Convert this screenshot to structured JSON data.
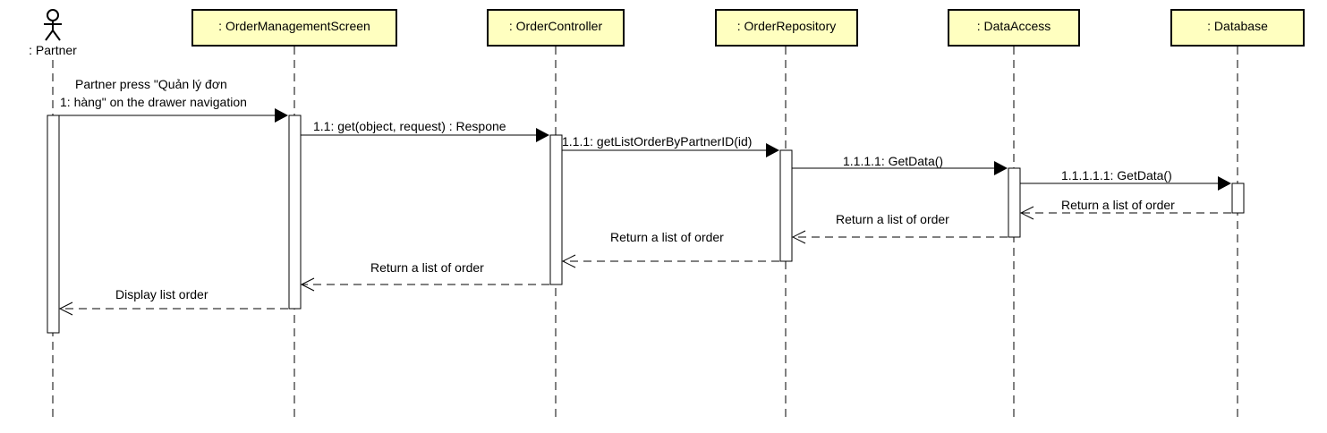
{
  "actor": {
    "label": ": Partner"
  },
  "lifelines": [
    {
      "id": "oms",
      "label": ": OrderManagementScreen"
    },
    {
      "id": "oc",
      "label": ": OrderController"
    },
    {
      "id": "or",
      "label": ": OrderRepository"
    },
    {
      "id": "da",
      "label": ": DataAccess"
    },
    {
      "id": "db",
      "label": ": Database"
    }
  ],
  "messages": [
    {
      "id": "m1",
      "type": "sync",
      "from": "actor",
      "to": "oms",
      "lines": [
        "Partner press \"Quản lý đơn",
        "1: hàng\" on the drawer navigation"
      ]
    },
    {
      "id": "m2",
      "type": "sync",
      "from": "oms",
      "to": "oc",
      "lines": [
        "1.1: get(object, request) : Respone"
      ]
    },
    {
      "id": "m3",
      "type": "sync",
      "from": "oc",
      "to": "or",
      "lines": [
        "1.1.1: getListOrderByPartnerID(id)"
      ]
    },
    {
      "id": "m4",
      "type": "sync",
      "from": "or",
      "to": "da",
      "lines": [
        "1.1.1.1: GetData()"
      ]
    },
    {
      "id": "m5",
      "type": "sync",
      "from": "da",
      "to": "db",
      "lines": [
        "1.1.1.1.1: GetData()"
      ]
    },
    {
      "id": "r5",
      "type": "return",
      "from": "db",
      "to": "da",
      "lines": [
        "Return a list of order"
      ]
    },
    {
      "id": "r4",
      "type": "return",
      "from": "da",
      "to": "or",
      "lines": [
        "Return a list of order"
      ]
    },
    {
      "id": "r3",
      "type": "return",
      "from": "or",
      "to": "oc",
      "lines": [
        "Return a list of order"
      ]
    },
    {
      "id": "r2",
      "type": "return",
      "from": "oc",
      "to": "oms",
      "lines": [
        "Return a list of order"
      ]
    },
    {
      "id": "r1",
      "type": "return",
      "from": "oms",
      "to": "actor",
      "lines": [
        "Display list order"
      ]
    }
  ]
}
